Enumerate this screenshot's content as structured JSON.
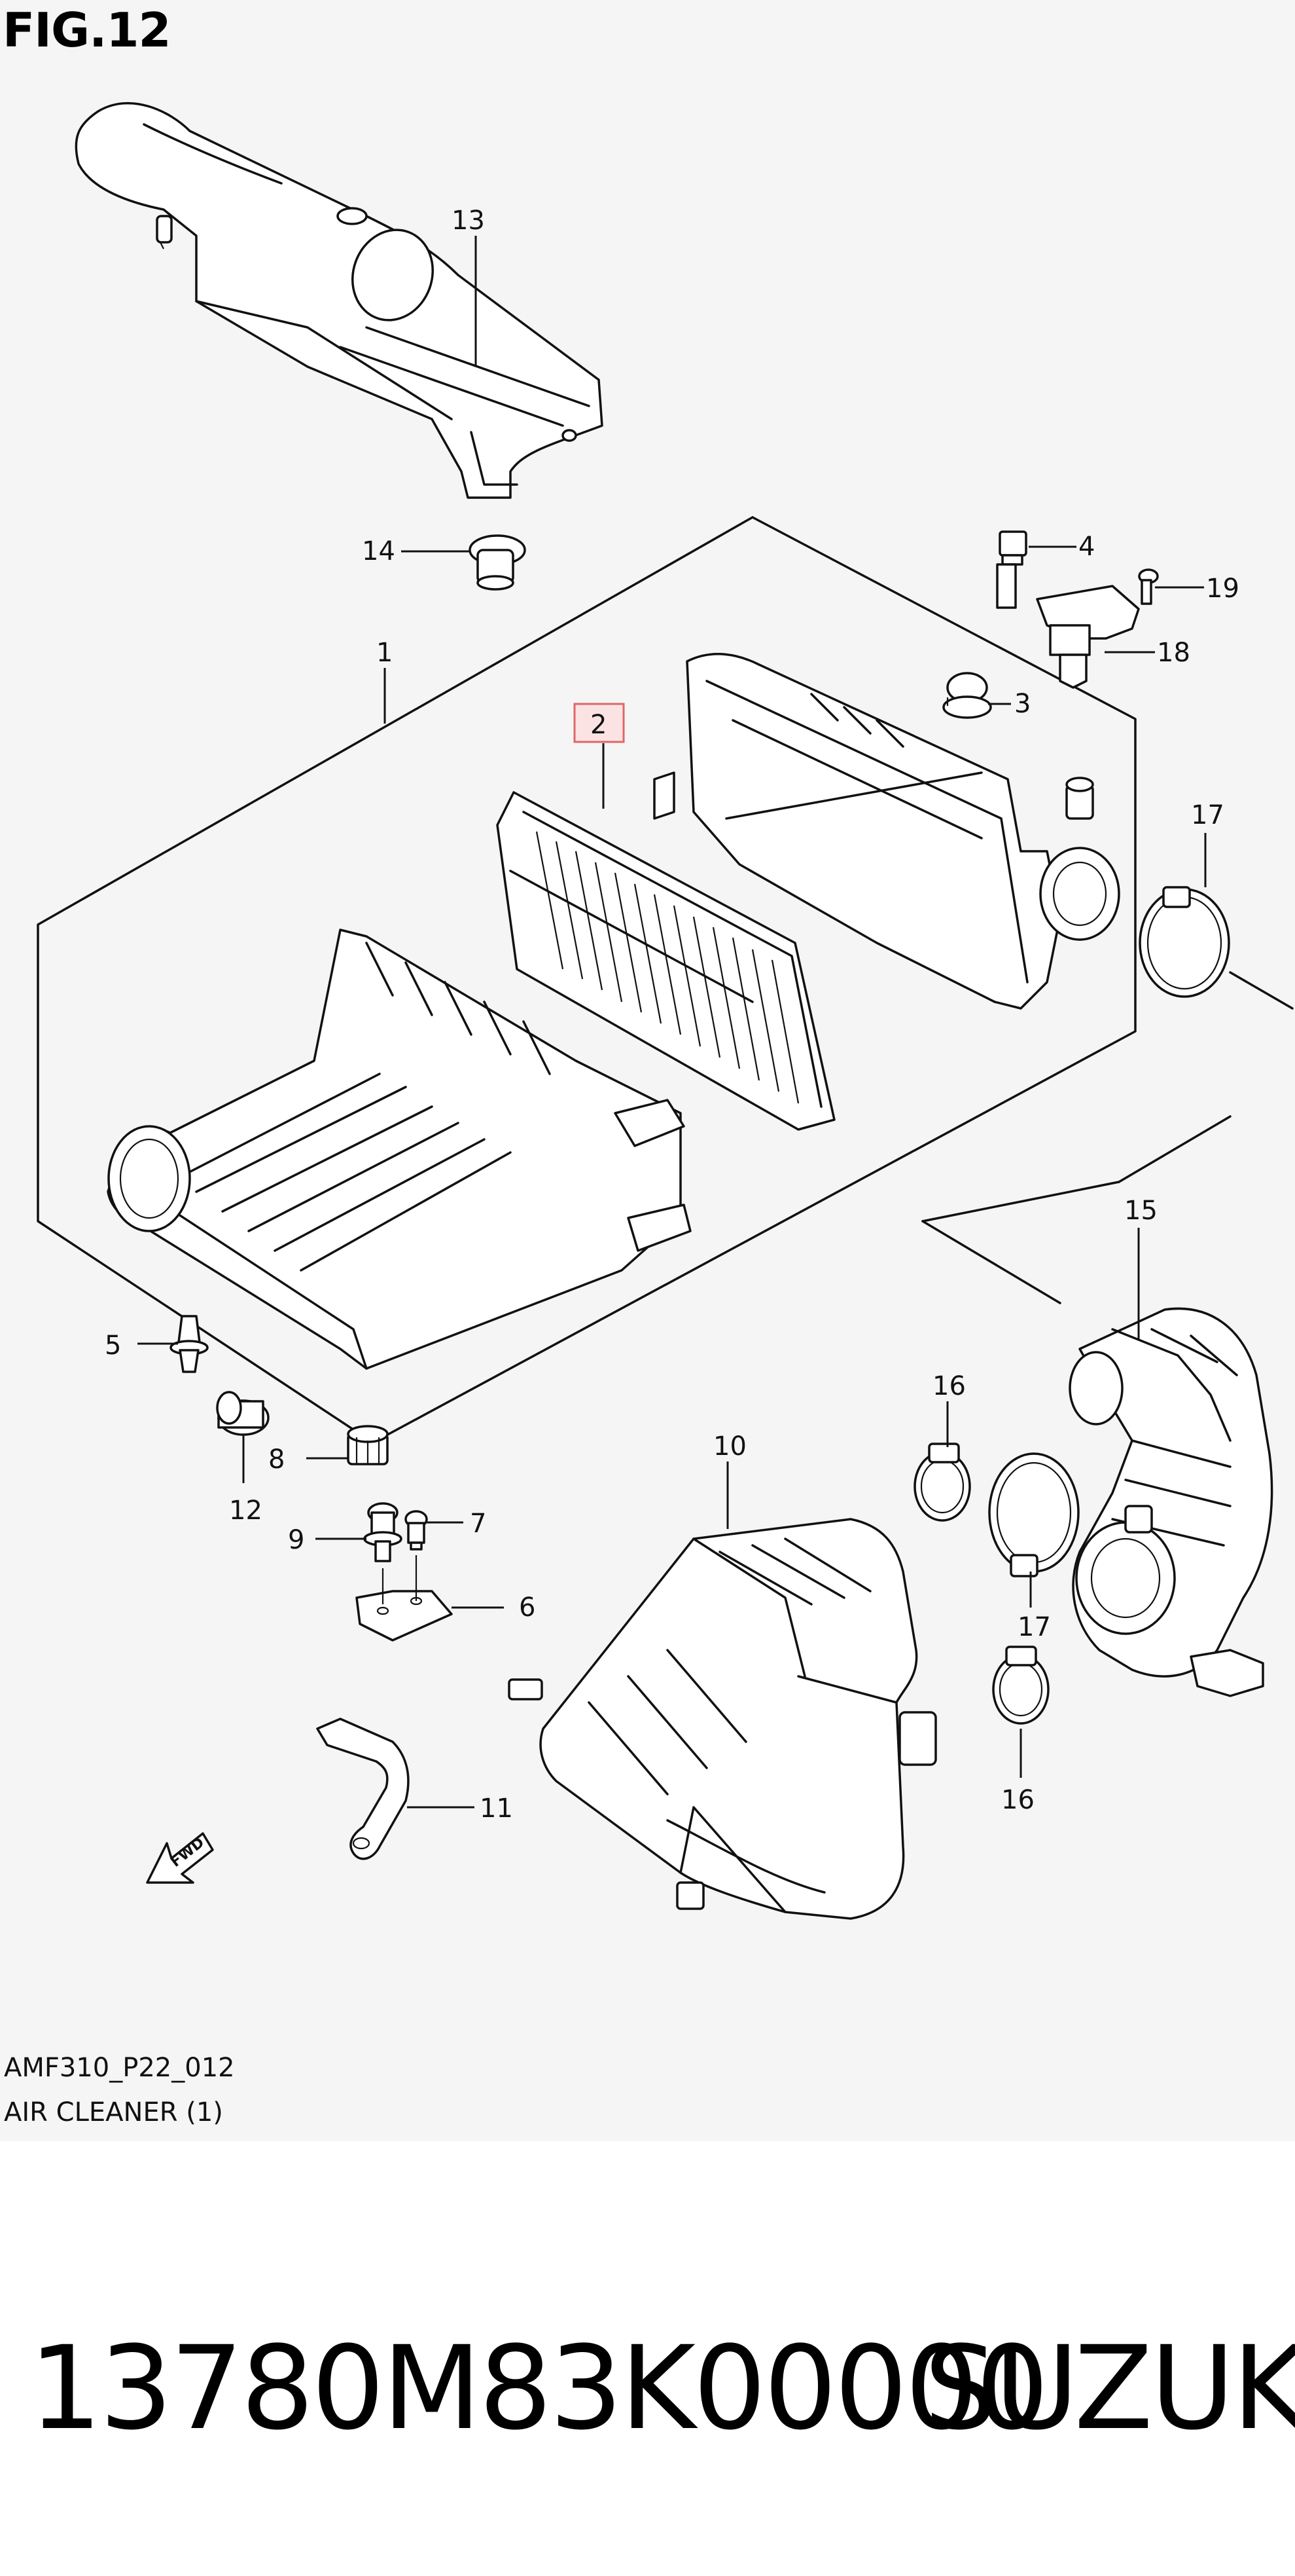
{
  "figure": {
    "title": "FIG.12",
    "code": "AMF310_P22_012",
    "caption": "AIR CLEANER (1)"
  },
  "labels": {
    "n1": "1",
    "n2": "2",
    "n3": "3",
    "n4": "4",
    "n5": "5",
    "n6": "6",
    "n7": "7",
    "n8": "8",
    "n9": "9",
    "n10": "10",
    "n11": "11",
    "n12": "12",
    "n13": "13",
    "n14": "14",
    "n15": "15",
    "n16a": "16",
    "n16b": "16",
    "n17a": "17",
    "n17b": "17",
    "n18": "18",
    "n19": "19"
  },
  "fwd_arrow": "FWD",
  "highlight_color": "#e06666",
  "footer": {
    "part_number": "13780M83K00000",
    "brand": "SUZUKI"
  }
}
